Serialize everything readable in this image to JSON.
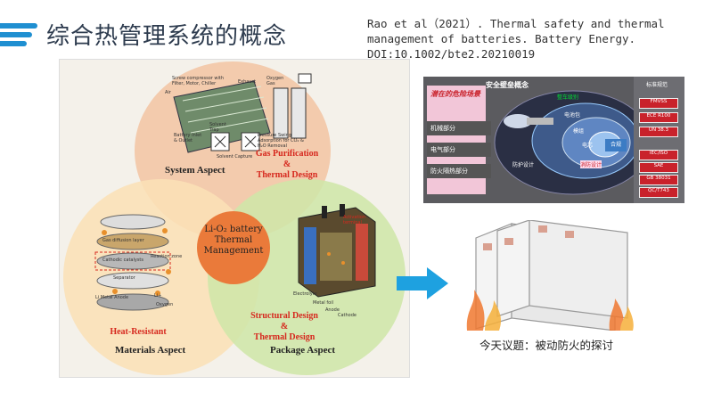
{
  "header": {
    "title": "综合热管理系统的概念",
    "reference": "Rao et al（2021）. Thermal safety and thermal management of batteries. Battery Energy. DOI:10.1002/bte2.20210019"
  },
  "venn": {
    "center": [
      "Li-O₂ battery",
      "Thermal",
      "Management"
    ],
    "system_aspect": "System Aspect",
    "system_design": [
      "Gas Purification",
      "&",
      "Thermal Design"
    ],
    "materials_aspect": "Materials Aspect",
    "materials_design": "Heat-Resistant",
    "package_aspect": "Package Aspect",
    "package_design": [
      "Structural Design",
      "&",
      "Thermal Design"
    ],
    "system_labels": [
      "Screw compressor with Filter, Motor, Chiller",
      "Exhaust",
      "Oxygen Gas",
      "Air",
      "Battery Inlet & Outlet",
      "Solvent Trap",
      "Pressure Swing Adsorption for CO₂ & H₂O Removal",
      "Solvent Capture"
    ],
    "materials_labels": [
      "Gas diffusion layer",
      "Reaction zone",
      "Cathodic catalysts",
      "Separator",
      "Li Metal Anode",
      "Li+",
      "Oxygen"
    ],
    "package_labels": [
      "Activation terminal",
      "Electrolyte",
      "Metal foil",
      "Anode",
      "Cathode"
    ]
  },
  "safety_diagram": {
    "title": "安全壁垒概念",
    "risk_title": "潜在的危险场景",
    "risks": [
      "机械部分",
      "电气部分",
      "防火隔热部分"
    ],
    "rings": [
      "整车级别",
      "电池包",
      "模组",
      "电芯",
      "防护设计",
      "消防设计"
    ],
    "output": "合规",
    "std_title": "标准规范",
    "standards": [
      "FMVSS",
      "ECE R100",
      "UN 38.3",
      "IEC/ISO",
      "SAE",
      "GB 38031",
      "QC/T743"
    ]
  },
  "caption": "今天议题：被动防火的探讨",
  "colors": {
    "accent": "#1f8fd1",
    "risk_red": "#c9222b",
    "venn_center": "#ea7a3a"
  }
}
